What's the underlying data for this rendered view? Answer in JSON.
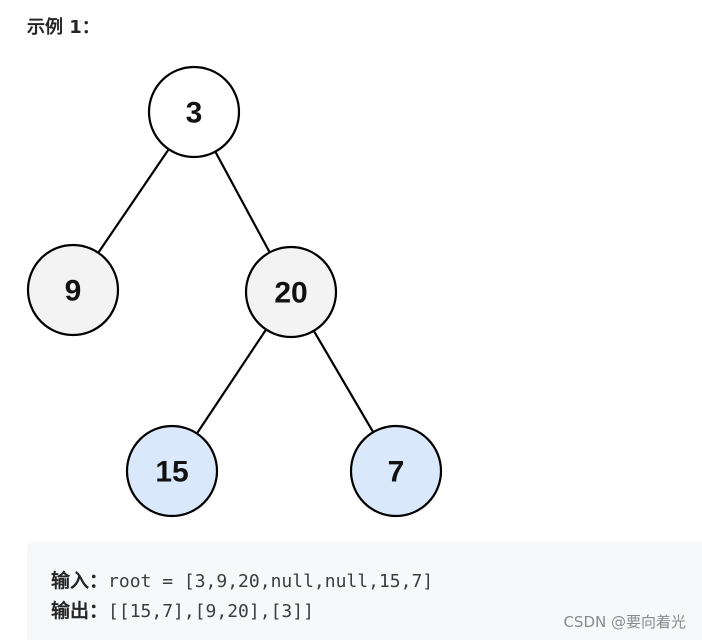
{
  "heading": "示例 1：",
  "tree": {
    "nodes": [
      {
        "id": "n3",
        "value": "3",
        "fill": "#ffffff"
      },
      {
        "id": "n9",
        "value": "9",
        "fill": "#f3f3f3"
      },
      {
        "id": "n20",
        "value": "20",
        "fill": "#f3f3f3"
      },
      {
        "id": "n15",
        "value": "15",
        "fill": "#dae8fc"
      },
      {
        "id": "n7",
        "value": "7",
        "fill": "#dae8fc"
      }
    ],
    "edges": [
      [
        "n3",
        "n9"
      ],
      [
        "n3",
        "n20"
      ],
      [
        "n20",
        "n15"
      ],
      [
        "n20",
        "n7"
      ]
    ],
    "stroke_color": "#000000"
  },
  "example": {
    "input_label": "输入：",
    "input_value": "root = [3,9,20,null,null,15,7]",
    "output_label": "输出：",
    "output_value": "[[15,7],[9,20],[3]]"
  },
  "watermark": "CSDN @要向着光"
}
